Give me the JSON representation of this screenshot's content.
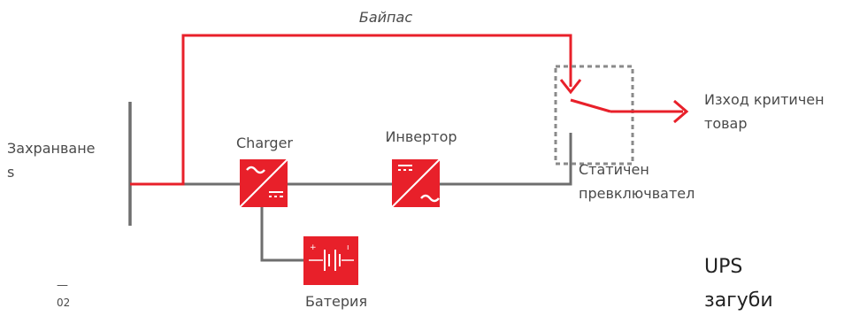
{
  "labels": {
    "bypass": "Байпас",
    "supply_line1": "Захранване",
    "supply_line2": "s",
    "charger": "Charger",
    "inverter": "Инвертор",
    "static_switch_line1": "Статичен",
    "static_switch_line2": "превключвател",
    "output_line1": "Изход критичен",
    "output_line2": "товар",
    "battery": "Батерия",
    "page_dash": "—",
    "page_number": "02",
    "title_line1": "UPS",
    "title_line2": "загуби"
  },
  "colors": {
    "accent_red": "#e8202a",
    "line_gray": "#6e6e6e",
    "text_gray": "#4a4a4a",
    "switch_box_gray": "#8a8a8a",
    "title_text": "#222222"
  },
  "icons": {
    "charger": "ac-to-dc-converter-icon",
    "inverter": "dc-to-ac-converter-icon",
    "battery": "battery-icon"
  }
}
